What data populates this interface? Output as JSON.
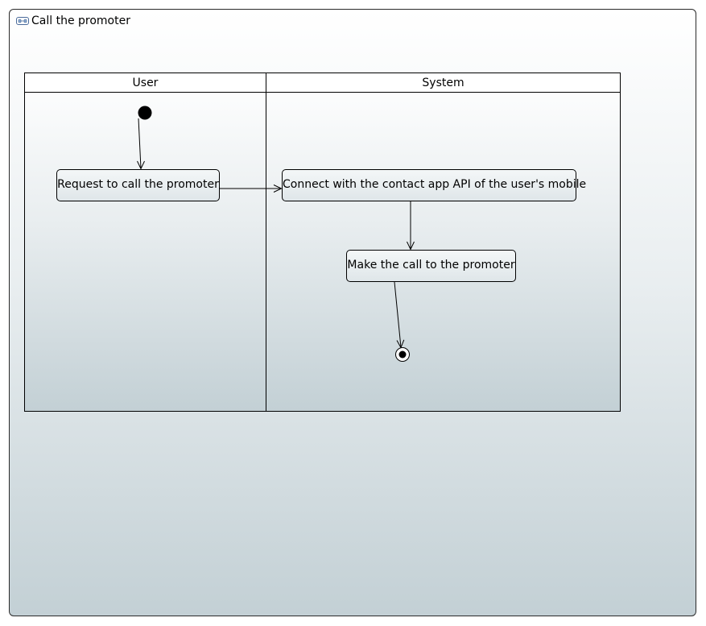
{
  "diagram": {
    "title": "Call the promoter",
    "title_icon": "activity-icon",
    "lanes": [
      {
        "label": "User"
      },
      {
        "label": "System"
      }
    ],
    "actions": [
      {
        "label": "Request to call the promoter"
      },
      {
        "label": "Connect with the contact app API of the user's mobile"
      },
      {
        "label": "Make the call to the promoter"
      }
    ]
  }
}
